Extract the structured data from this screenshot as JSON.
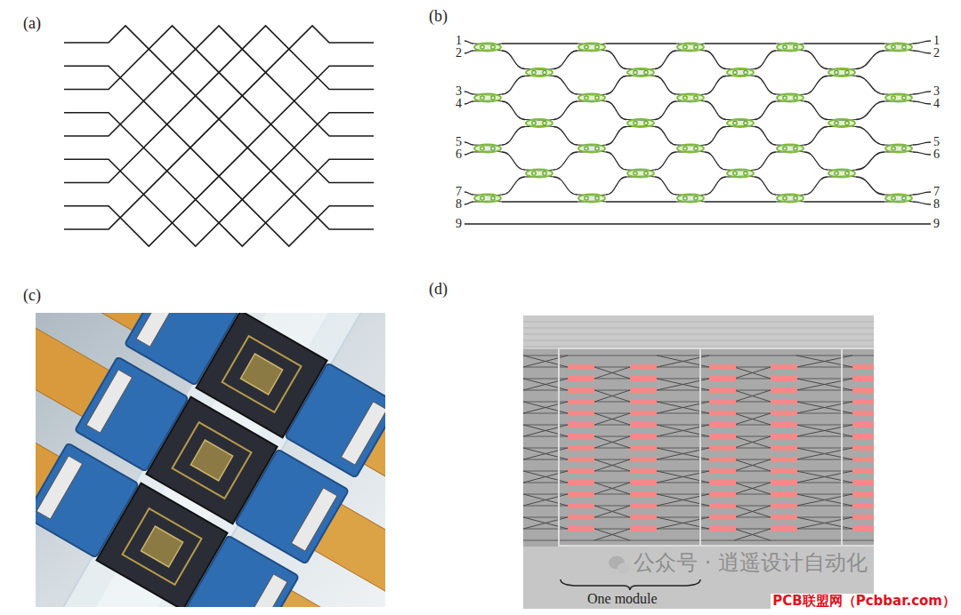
{
  "diagram": {
    "labels": [
      "(a)",
      "(b)",
      "1",
      "2",
      "3",
      "4",
      "5",
      "6",
      "7",
      "8",
      "9",
      "1",
      "2",
      "3",
      "4",
      "5",
      "6",
      "7",
      "8",
      "9",
      "(c)",
      "(d)",
      "One module",
      "公众号 · 逍遥设计自动化",
      "PCB联盟网（Pcbbar.com）"
    ]
  }
}
